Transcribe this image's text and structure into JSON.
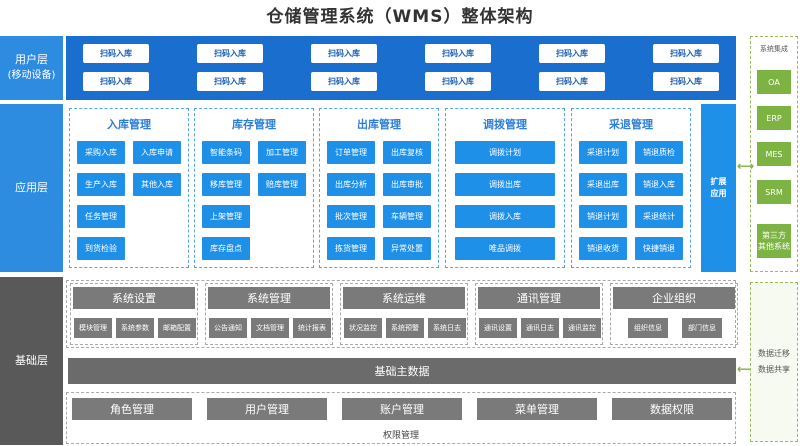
{
  "title": "仓储管理系统（WMS）整体架构",
  "layers": {
    "user": [
      "用户层",
      "(移动设备)"
    ],
    "app": "应用层",
    "base": "基础层"
  },
  "user_buttons": [
    "扫码入库",
    "扫码入库",
    "扫码入库",
    "扫码入库",
    "扫码入库",
    "扫码入库",
    "扫码入库",
    "扫码入库",
    "扫码入库",
    "扫码入库",
    "扫码入库",
    "扫码入库"
  ],
  "modules": [
    {
      "title": "入库管理",
      "items": [
        "采购入库",
        "入库申请",
        "生产入库",
        "其他入库",
        "任务管理",
        "到货检验"
      ]
    },
    {
      "title": "库存管理",
      "items": [
        "智能条码",
        "加工管理",
        "移库管理",
        "赔库管理",
        "上架管理",
        "库存盘点"
      ]
    },
    {
      "title": "出库管理",
      "items": [
        "订单管理",
        "出库复核",
        "出库分析",
        "出库审批",
        "批次管理",
        "车辆管理",
        "拣货管理",
        "异常处置"
      ]
    },
    {
      "title": "调拨管理",
      "items": [
        "调拨计划",
        "调拨出库",
        "调拨入库",
        "唯品调拨"
      ]
    },
    {
      "title": "采退管理",
      "items": [
        "采退计划",
        "销退质检",
        "采退出库",
        "销退入库",
        "销退计划",
        "采退统计",
        "销退收货",
        "快捷销退"
      ]
    }
  ],
  "ext_app": [
    "扩展",
    "应用"
  ],
  "system_integration": {
    "heading": "系统集成",
    "items": [
      "OA",
      "ERP",
      "MES",
      "SRM",
      "第三方\n其他系统"
    ]
  },
  "base_panels": [
    {
      "title": "系统设置",
      "items": [
        "模块管理",
        "系统参数",
        "邮箱配置"
      ]
    },
    {
      "title": "系统管理",
      "items": [
        "公告通知",
        "文档管理",
        "统计报表"
      ]
    },
    {
      "title": "系统运维",
      "items": [
        "状况监控",
        "系统预警",
        "系统日志"
      ]
    },
    {
      "title": "通讯管理",
      "items": [
        "通讯设置",
        "通讯日志",
        "通讯监控"
      ]
    },
    {
      "title": "企业组织",
      "items": [
        "组织信息",
        "部门信息"
      ]
    }
  ],
  "master_data": "基础主数据",
  "permissions": {
    "items": [
      "角色管理",
      "用户管理",
      "账户管理",
      "菜单管理",
      "数据权限"
    ],
    "label": "权限管理"
  },
  "data_panel": [
    "数据迁移",
    "数据共享"
  ],
  "colors": {
    "blue_dark": "#1a6fce",
    "blue": "#1e90e8",
    "green": "#7cb342",
    "gray": "#7a7a7a"
  }
}
